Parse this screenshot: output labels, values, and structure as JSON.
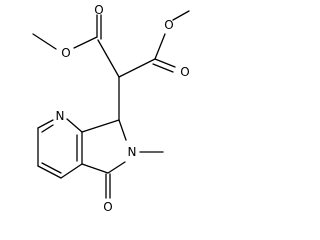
{
  "atom_labels": {
    "o_ester_left_carbonyl": "O",
    "o_ester_left_ether": "O",
    "o_ester_right_ether": "O",
    "o_ester_right_carbonyl": "O",
    "n_pyridine": "N",
    "n_lactam": "N",
    "o_lactam": "O"
  }
}
